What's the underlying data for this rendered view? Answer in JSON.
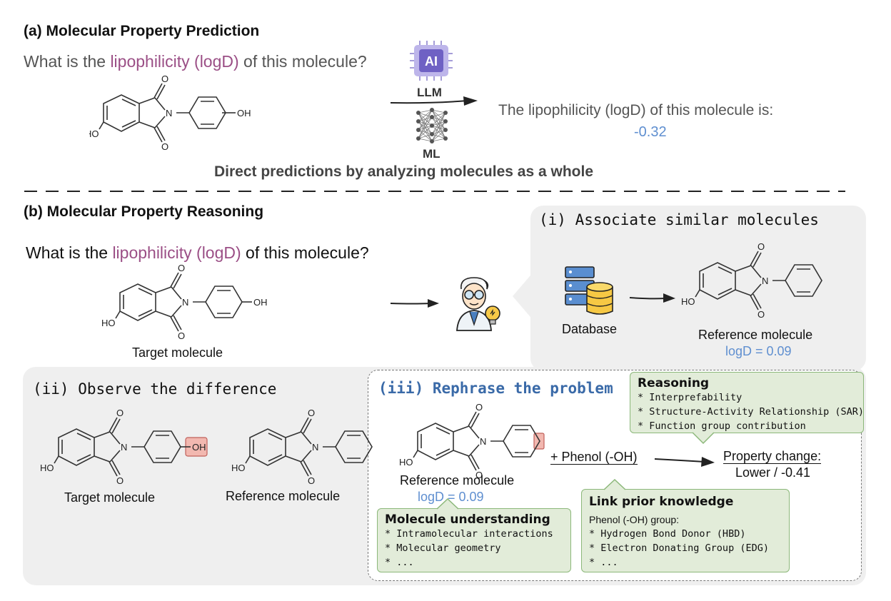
{
  "section_a": {
    "title": "(a) Molecular Property Prediction",
    "question_prefix": "What is the ",
    "question_highlight": "lipophilicity (logD)",
    "question_suffix": " of this molecule?",
    "ai_chip_label": "AI",
    "llm_label": "LLM",
    "ml_label": "ML",
    "answer_text": "The lipophilicity (logD) of this molecule is:",
    "answer_value": "-0.32",
    "caption": "Direct predictions by analyzing molecules as a whole"
  },
  "section_b": {
    "title": "(b) Molecular Property Reasoning",
    "question_prefix": "What is the ",
    "question_highlight": "lipophilicity (logD)",
    "question_suffix": " of this molecule?",
    "target_label": "Target molecule"
  },
  "panel_i": {
    "title": "(i) Associate similar molecules",
    "database_label": "Database",
    "reference_label": "Reference molecule",
    "reference_logd": "logD = 0.09"
  },
  "panel_ii": {
    "title": "(ii) Observe the difference",
    "target_label": "Target molecule",
    "reference_label": "Reference molecule"
  },
  "panel_iii": {
    "title": "(iii) Rephrase the problem",
    "reference_label": "Reference molecule",
    "reference_logd": "logD = 0.09",
    "plus_group": "+ Phenol (-OH)",
    "property_change_title": "Property change:",
    "property_change_value": "Lower / -0.41"
  },
  "reasoning_box": {
    "title": "Reasoning",
    "items": [
      "* Interprefability",
      "* Structure-Activity Relationship (SAR)",
      "* Function group contribution"
    ]
  },
  "link_box": {
    "title": "Link prior knowledge",
    "subtitle": "Phenol (-OH) group:",
    "items": [
      "* Hydrogen Bond Donor (HBD)",
      "* Electron Donating Group (EDG)",
      "* ..."
    ]
  },
  "molecule_box": {
    "title": "Molecule understanding",
    "items": [
      "* Intramolecular interactions",
      "* Molecular geometry",
      "* ..."
    ]
  },
  "atoms": {
    "oxygen": "O",
    "nitrogen": "N",
    "hydroxyl": "HO",
    "hydroxyl_r": "OH"
  },
  "colors": {
    "highlight": "#9b4f86",
    "value_blue": "#5f8fd0",
    "title_blue": "#3a6aa8",
    "green_fill": "#e2ecd9",
    "green_border": "#8cb87a",
    "panel_gray": "#efefef",
    "marker_red": "#f2b8b0"
  }
}
